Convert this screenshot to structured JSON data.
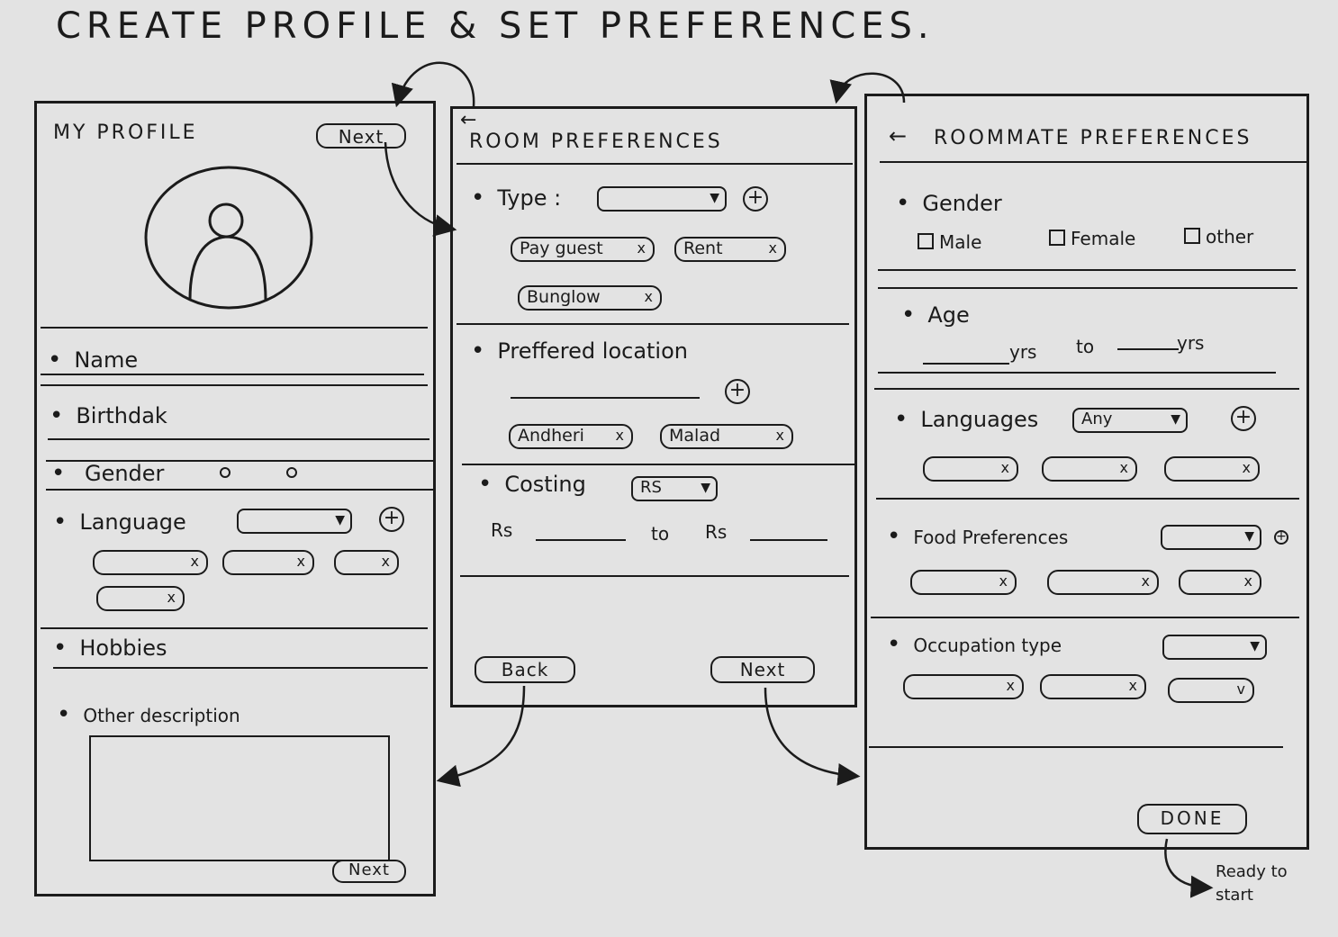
{
  "title": "CREATE PROFILE & SET PREFERENCES.",
  "profile": {
    "header": "MY PROFILE",
    "next_top": "Next",
    "name": "Name",
    "birthdate": "Birthdak",
    "gender": "Gender",
    "language": "Language",
    "hobbies": "Hobbies",
    "other_description": "Other description",
    "next_bottom": "Next"
  },
  "room": {
    "header": "ROOM PREFERENCES",
    "type_label": "Type :",
    "type_chips": [
      "Pay guest",
      "Rent",
      "Bunglow"
    ],
    "location_label": "Preffered location",
    "location_chips": [
      "Andheri",
      "Malad"
    ],
    "costing_label": "Costing",
    "currency": "RS",
    "rs_from": "Rs",
    "to": "to",
    "rs_to": "Rs",
    "back": "Back",
    "next": "Next"
  },
  "roommate": {
    "header": "ROOMMATE PREFERENCES",
    "gender_label": "Gender",
    "gender_options": [
      "Male",
      "Female",
      "other"
    ],
    "age_label": "Age",
    "yrs_a": "yrs",
    "age_to": "to",
    "yrs_b": "yrs",
    "languages_label": "Languages",
    "languages_value": "Any",
    "food_label": "Food Preferences",
    "occupation_label": "Occupation type",
    "done": "DONE",
    "ready_note": "Ready to start"
  }
}
